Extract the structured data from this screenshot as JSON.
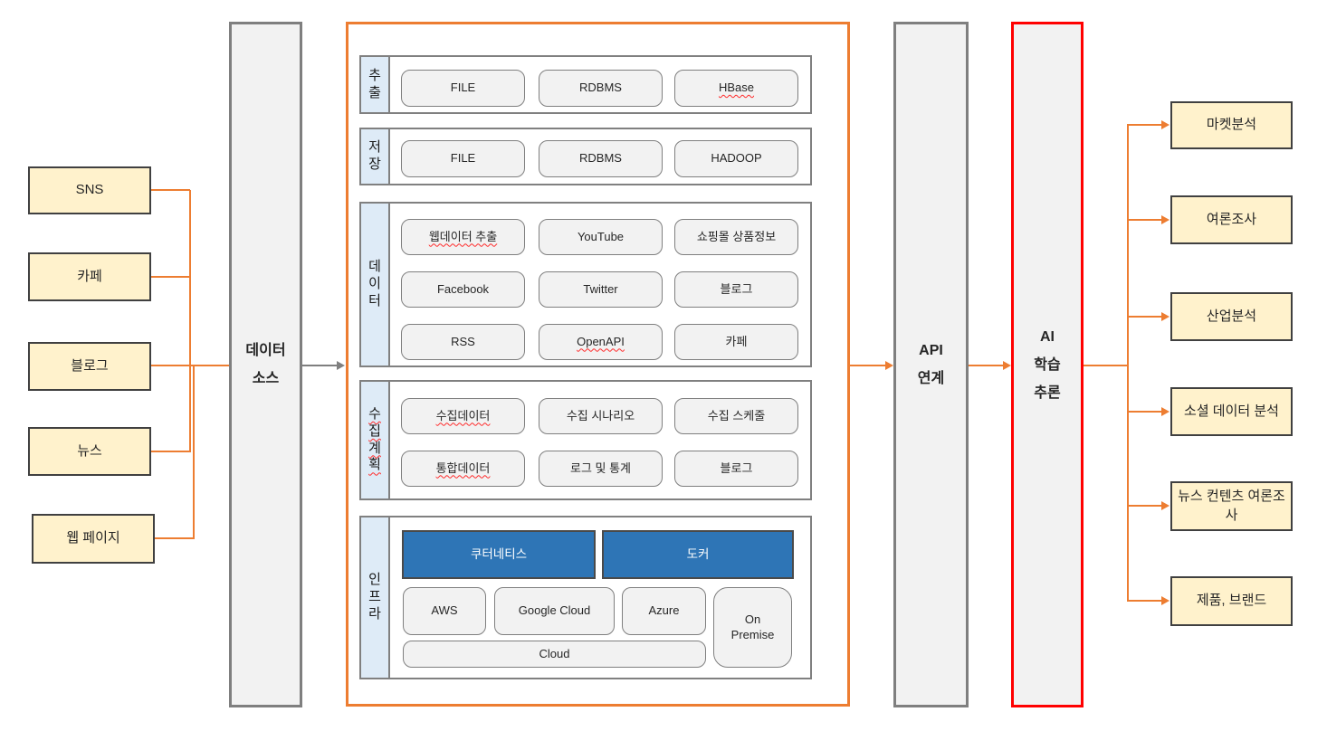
{
  "sources": {
    "items": [
      "SNS",
      "카페",
      "블로그",
      "뉴스",
      "웹 페이지"
    ]
  },
  "pillars": {
    "data_source": {
      "lines": [
        "데이터",
        "소스"
      ]
    },
    "api": {
      "lines": [
        "API",
        "연계"
      ]
    },
    "ai": {
      "lines": [
        "AI",
        "학습",
        "추론"
      ]
    }
  },
  "pipeline": {
    "extract": {
      "label": "추출",
      "items": [
        "FILE",
        "RDBMS",
        "HBase"
      ]
    },
    "store": {
      "label": "저장",
      "items": [
        "FILE",
        "RDBMS",
        "HADOOP"
      ]
    },
    "data": {
      "label": "데이터",
      "items": [
        "웹데이터 추출",
        "YouTube",
        "쇼핑몰 상품정보",
        "Facebook",
        "Twitter",
        "블로그",
        "RSS",
        "OpenAPI",
        "카페"
      ]
    },
    "plan": {
      "label": "수집계획",
      "items": [
        "수집데이터",
        "수집 시나리오",
        "수집 스케줄",
        "통합데이터",
        "로그 및 통계",
        "블로그"
      ]
    },
    "infra": {
      "label": "인프라",
      "platforms": [
        "쿠터네티스",
        "도커"
      ],
      "clouds": [
        "AWS",
        "Google Cloud",
        "Azure"
      ],
      "on_premise": "On Premise",
      "cloud_bar": "Cloud"
    }
  },
  "outputs": {
    "items": [
      "마켓분석",
      "여론조사",
      "산업분석",
      "소셜 데이터 분석",
      "뉴스 컨텐츠 여론조사",
      "제품, 브랜드"
    ]
  },
  "colors": {
    "accent_orange": "#ED7D31",
    "box_yellow": "#FFF2CC",
    "box_gray": "#F2F2F2",
    "label_blue": "#DEEBF7",
    "platform_blue": "#2E75B6",
    "alert_red": "#FF0000",
    "border_gray": "#7F7F7F",
    "border_dark": "#404040"
  }
}
